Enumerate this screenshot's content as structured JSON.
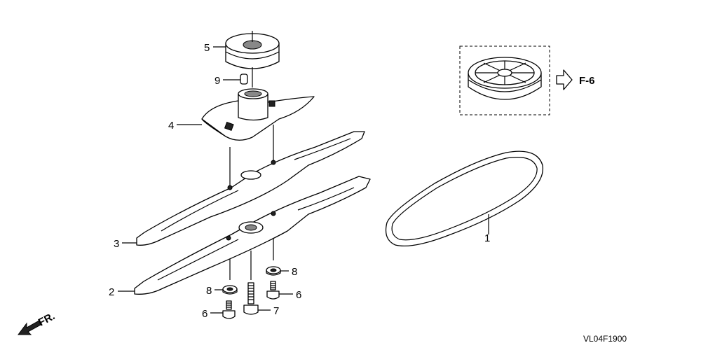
{
  "parts": [
    {
      "label": "1",
      "name": "drive-belt"
    },
    {
      "label": "2",
      "name": "lower-blade"
    },
    {
      "label": "3",
      "name": "upper-blade"
    },
    {
      "label": "4",
      "name": "blade-holder"
    },
    {
      "label": "5",
      "name": "pulley"
    },
    {
      "label": "6",
      "name": "bolt"
    },
    {
      "label": "7",
      "name": "center-bolt"
    },
    {
      "label": "8",
      "name": "washer"
    },
    {
      "label": "9",
      "name": "key"
    }
  ],
  "labels": {
    "p1": "1",
    "p2": "2",
    "p3": "3",
    "p4": "4",
    "p5": "5",
    "p6a": "6",
    "p6b": "6",
    "p7": "7",
    "p8a": "8",
    "p8b": "8",
    "p9": "9"
  },
  "reference": "F-6",
  "direction": "FR.",
  "diagram_code": "VL04F1900"
}
